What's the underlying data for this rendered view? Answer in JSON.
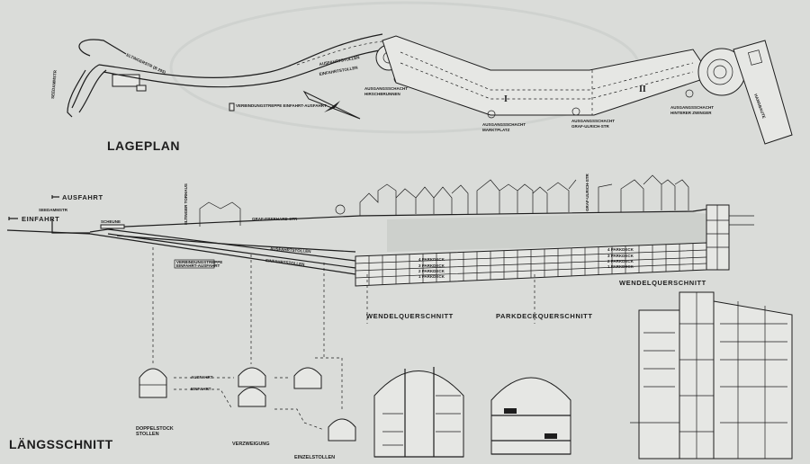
{
  "plan": {
    "title": "LAGEPLAN",
    "street_seedamm": "SEEDAMMSTR",
    "street_eltinger": "ELTINGERSTR (B 295)",
    "connection_label": "VERBINDUNGSTREPPE EINFAHRT-AUSFAHRT",
    "exit_stollen": "AUSFAHRTSTOLLEN",
    "entry_stollen": "EINFAHRTSTOLLEN",
    "section_one": "I",
    "section_two": "II",
    "hangbau": "HANGBAUTE",
    "shafts": [
      {
        "line1": "AUSGANGSSCHACHT",
        "line2": "HIRSCHBRUNNEN"
      },
      {
        "line1": "AUSGANGSSCHACHT",
        "line2": "MARKTPLATZ"
      },
      {
        "line1": "AUSGANGSSCHACHT",
        "line2": "GRAF-ULRICH-STR"
      },
      {
        "line1": "AUSGANGSSCHACHT",
        "line2": "HINTERER ZWINGER"
      }
    ]
  },
  "section": {
    "title": "LÄNGSSCHNITT",
    "ausfahrt": "AUSFAHRT",
    "einfahrt": "EINFAHRT",
    "seedamm": "SEEDAMMSTR",
    "scheune": "SCHEUNE",
    "eltinger_torhaus": "ELTINGER TORHAUS",
    "graf_eberhard": "GRAF-EBERHARD-STR",
    "graf_ulrich": "GRAF-ULRICH-STR",
    "ausfahrtstollen": "AUSFAHRTSTOLLEN",
    "einfahrtstollen": "EINFAHRTSTOLLEN",
    "verbindung_1": "VERBINDUNGSTREPPE",
    "verbindung_2": "EINFAHRT-AUSFAHRT",
    "parkdecks": [
      "4 PARKDECK",
      "3 PARKDECK",
      "2 PARKDECK",
      "1 PARKDECK"
    ]
  },
  "cross_sections": {
    "wendel_left": "WENDELQUERSCHNITT",
    "parkdeck": "PARKDECKQUERSCHNITT",
    "wendel_right": "WENDELQUERSCHNITT",
    "ausfahrt": "AUSFAHRT",
    "einfahrt": "EINFAHRT",
    "doppelstock_1": "DOPPELSTOCK",
    "doppelstock_2": "STOLLEN",
    "verzweigung": "VERZWEIGUNG",
    "einzelstollen": "EINZELSTOLLEN"
  }
}
